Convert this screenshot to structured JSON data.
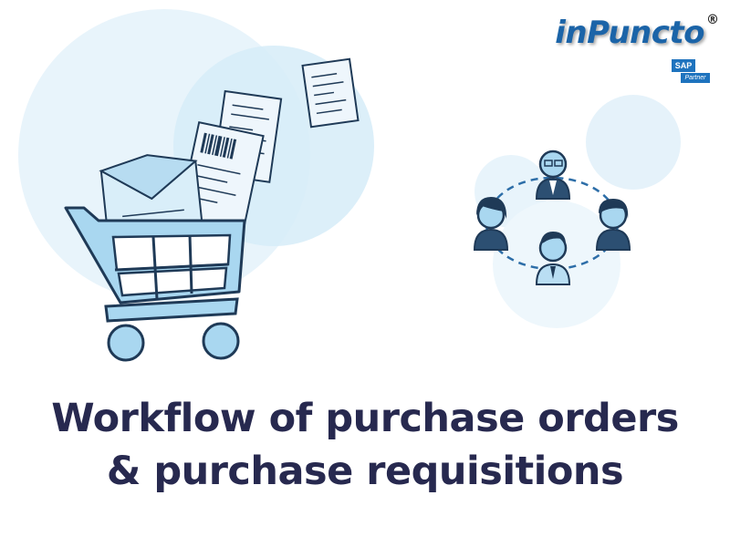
{
  "brand": {
    "name": "inPuncto",
    "registered": "®",
    "partner_top": "SAP",
    "partner_bottom": "Partner"
  },
  "headline": {
    "line1": "Workflow of purchase orders",
    "line2": "& purchase requisitions"
  },
  "icons": {
    "cart": "shopping-cart-icon",
    "envelope": "envelope-icon",
    "documents": "document-icon",
    "barcode": "barcode-icon",
    "team": "person-icon"
  },
  "colors": {
    "heading": "#27294f",
    "brand": "#1b64a8",
    "accent_light": "#e7f3fb",
    "cart_fill": "#a3d3ee",
    "outline": "#1f3a57"
  }
}
